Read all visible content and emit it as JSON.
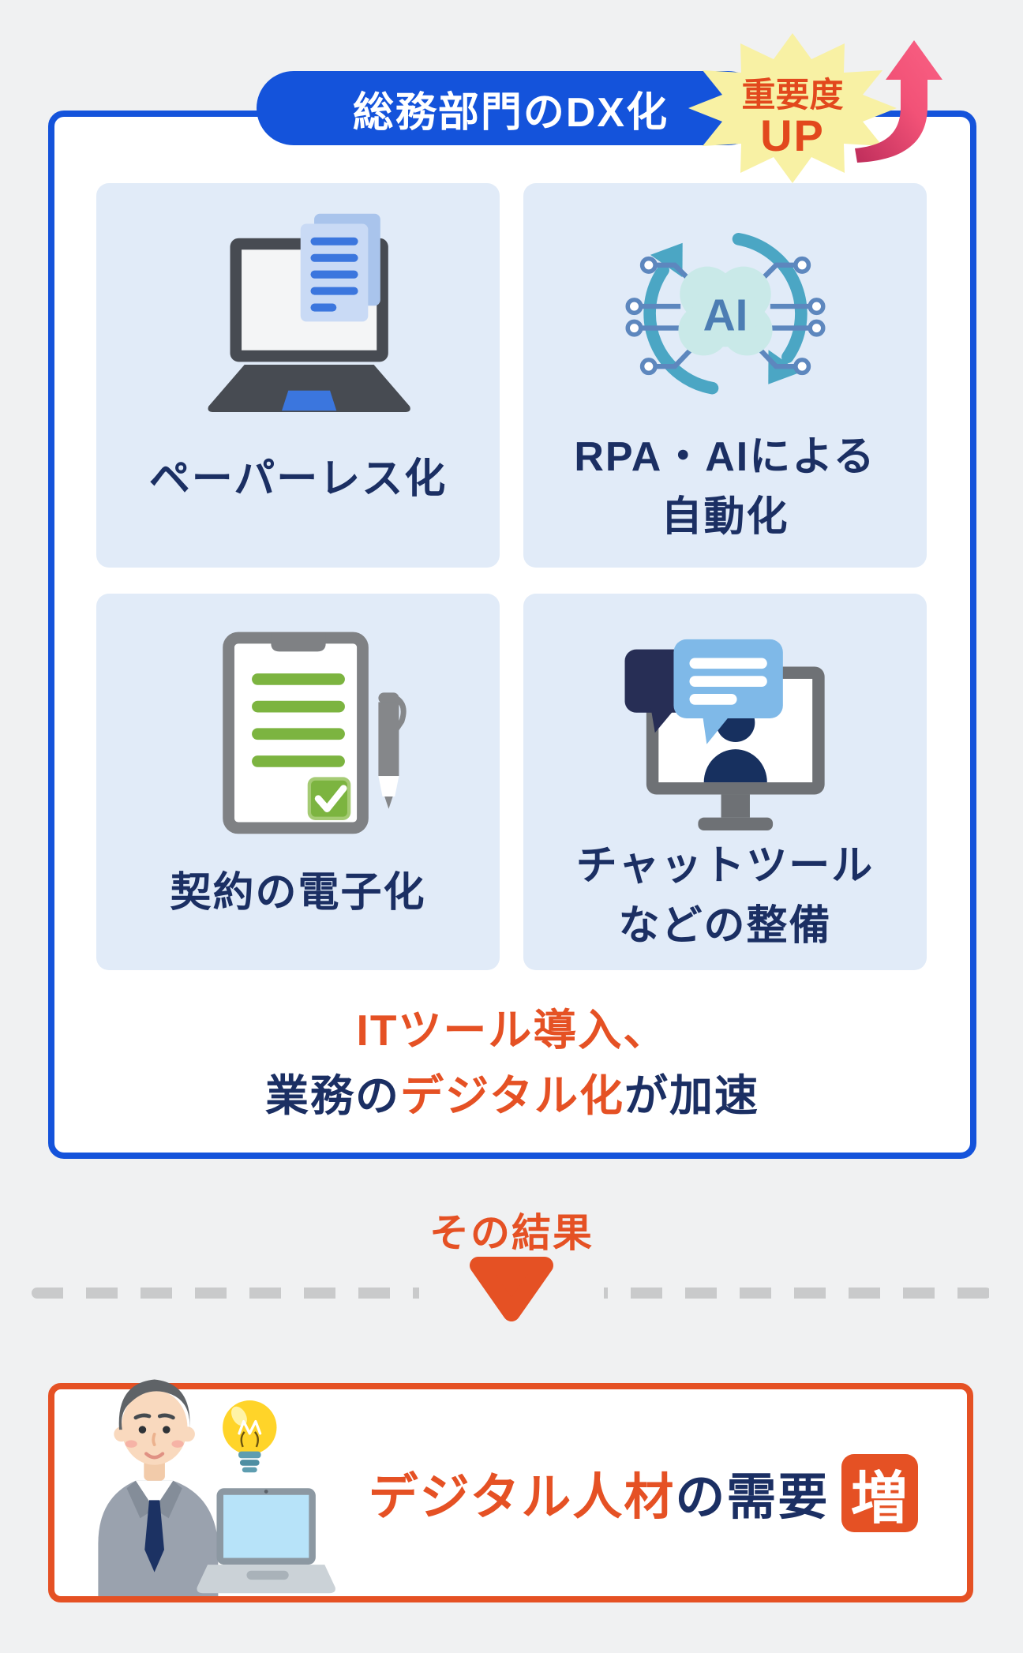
{
  "colors": {
    "page_bg": "#F0F1F2",
    "card_border_blue": "#1453DB",
    "accent_orange": "#E55124",
    "navy_text": "#1B2F63",
    "tile_bg": "#E1EBF8",
    "star_yellow": "#F8F1A4",
    "star_text_orange": "#E2481D",
    "dash_gray": "#C9CACB",
    "arrow_pink": "#F25277",
    "green": "#7CB440",
    "teal": "#4BA6C4"
  },
  "header": {
    "title": "総務部門のDX化",
    "badge_line1": "重要度",
    "badge_line2": "UP"
  },
  "tiles": [
    {
      "label": "ペーパーレス化",
      "icon": "laptop-paperless-icon"
    },
    {
      "line1": "RPA・AIによる",
      "line2": "自動化",
      "icon": "rpa-ai-automation-icon",
      "icon_text": "AI"
    },
    {
      "label": "契約の電子化",
      "icon": "contract-clipboard-icon"
    },
    {
      "line1": "チャットツール",
      "line2": "などの整備",
      "icon": "chat-tool-monitor-icon"
    }
  ],
  "summary": {
    "line1": "ITツール導入、",
    "line2_prefix": "業務の",
    "line2_highlight": "デジタル化",
    "line2_suffix": "が加速"
  },
  "result": {
    "label": "その結果"
  },
  "bottom": {
    "highlight": "デジタル人材",
    "middle": "の需要",
    "badge": "増"
  }
}
